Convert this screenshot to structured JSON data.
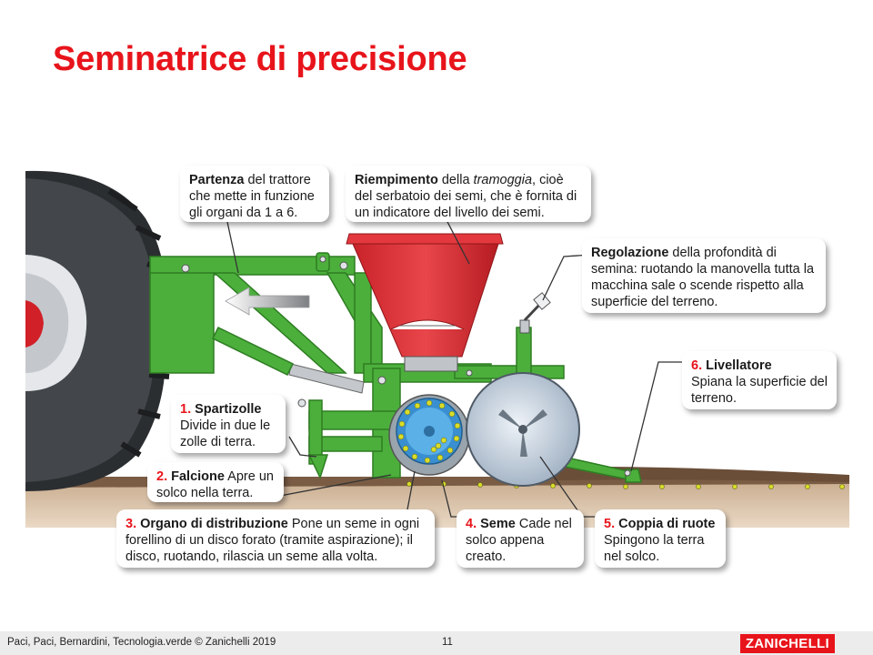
{
  "title": "Seminatrice di precisione",
  "callouts": {
    "partenza": {
      "bold": "Partenza",
      "text": " del trattore che mette in funzione gli organi da 1 a 6."
    },
    "riempimento": {
      "bold": "Riempimento",
      "text1": " della ",
      "italic": "tramoggia",
      "text2": ", cioè del serbatoio dei semi, che è fornita di un indicatore del livello dei semi."
    },
    "regolazione": {
      "bold": "Regolazione",
      "text": " della profondità di semina: ruotando la manovella tutta la macchina sale o scende rispetto alla superficie del terreno."
    },
    "livellatore": {
      "num": "6.",
      "bold": "Livellatore",
      "text": "Spiana la superficie del terreno."
    },
    "spartizolle": {
      "num": "1.",
      "bold": "Spartizolle",
      "text": "Divide in due le zolle di terra."
    },
    "falcione": {
      "num": "2.",
      "bold": "Falcione",
      "text": " Apre un solco nella terra."
    },
    "organo": {
      "num": "3.",
      "bold": "Organo di distribuzione",
      "text": " Pone un seme in ogni forellino di un disco forato (tramite aspirazione); il disco, ruotando, rilascia un seme alla volta."
    },
    "seme": {
      "num": "4.",
      "bold": "Seme",
      "text": " Cade nel solco appena creato."
    },
    "ruote": {
      "num": "5.",
      "bold": "Coppia di ruote",
      "text": "Spingono la terra nel solco."
    }
  },
  "footer": {
    "credits": "Paci, Paci, Bernardini, Tecnologia.verde © Zanichelli 2019",
    "page": "11",
    "logo": "ZANICHELLI"
  }
}
